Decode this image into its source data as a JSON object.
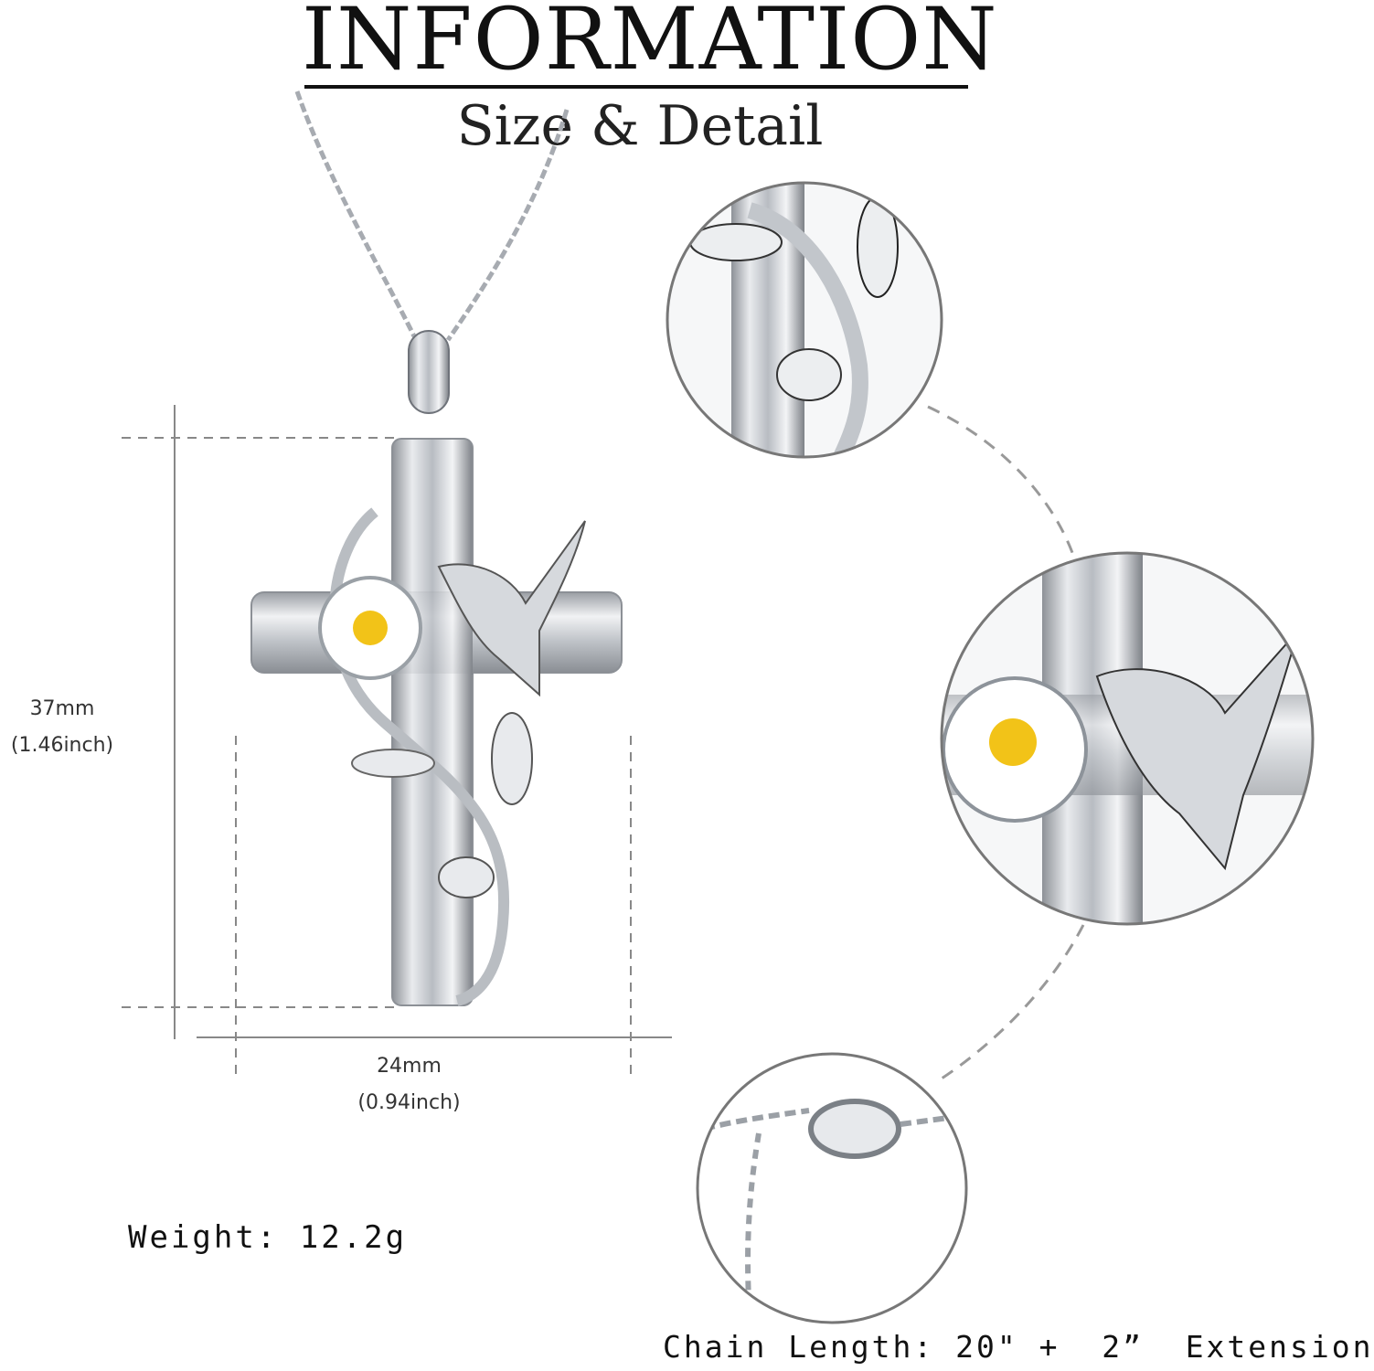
{
  "header": {
    "title": "INFORMATION",
    "subtitle": "Size & Detail"
  },
  "dimensions": {
    "height_mm": "37mm",
    "height_inch": "(1.46inch)",
    "width_mm": "24mm",
    "width_inch": "(0.94inch)"
  },
  "specs": {
    "weight": "Weight: 12.2g",
    "chain_length": "Chain Length: 20\" +  2”  Extension"
  },
  "colors": {
    "metal": "#c9ccd1",
    "enamel_white": "#ffffff",
    "flower_center": "#f2c318",
    "accent_dark": "#1a1a1a",
    "dashed_line": "#999999"
  },
  "icons": [
    "cross-pendant-image",
    "leaf-detail-image",
    "hummingbird-detail-image",
    "clasp-detail-image"
  ]
}
